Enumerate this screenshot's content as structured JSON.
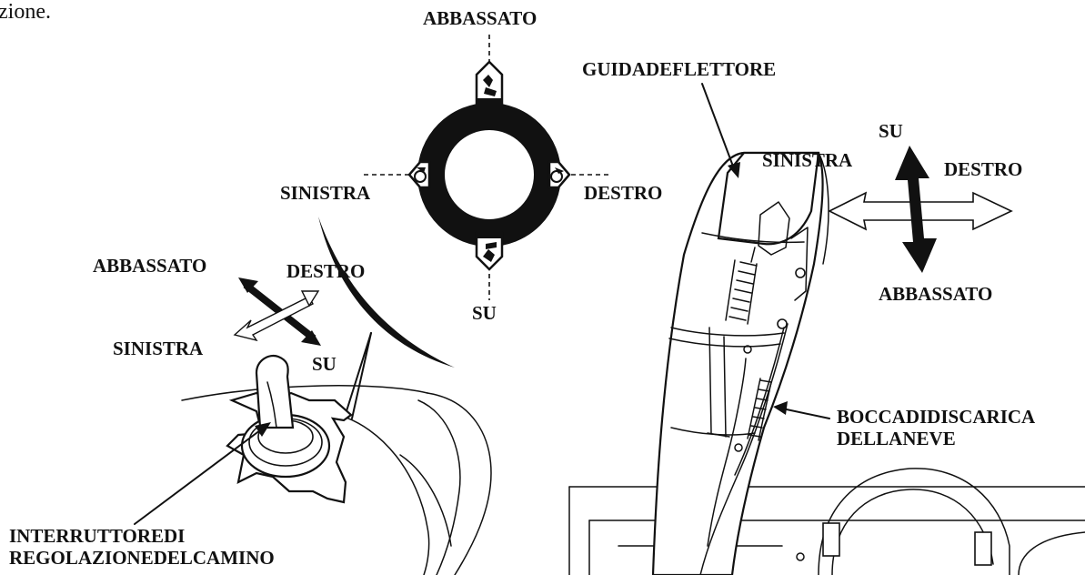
{
  "caption_fragment": "zione.",
  "switch_plate": {
    "top": "ABBASSATO",
    "left": "SINISTRA",
    "right": "DESTRO",
    "bottom": "SU"
  },
  "joystick": {
    "up_left": "ABBASSATO",
    "up_right": "DESTRO",
    "down_left": "SINISTRA",
    "down_right": "SU",
    "callout": [
      "INTERRUTTOREDI",
      "REGOLAZIONEDELCAMINO"
    ]
  },
  "chute": {
    "deflector_label": "GUIDADEFLETTORE",
    "left": "SINISTRA",
    "up": "SU",
    "right": "DESTRO",
    "down": "ABBASSATO",
    "chute_label": [
      "BOCCADIDISCARICA",
      "DELLANEVE"
    ]
  },
  "colors": {
    "ink": "#111111",
    "paper": "#ffffff"
  }
}
